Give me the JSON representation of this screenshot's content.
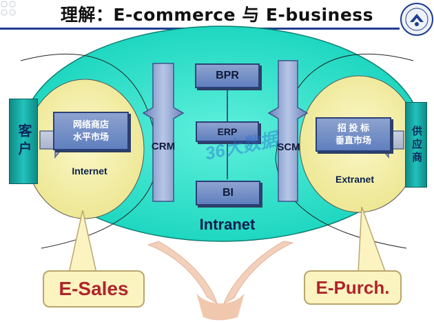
{
  "title": "理解：E-commerce 与 E-business",
  "left_ellipse": {
    "box": [
      "网络商店",
      "水平市场"
    ],
    "label": "Internet"
  },
  "right_ellipse": {
    "box": [
      "招 投 标",
      "垂直市场"
    ],
    "label": "Extranet"
  },
  "center": {
    "label": "Intranet",
    "boxes": [
      "BPR",
      "ERP",
      "BI"
    ]
  },
  "pillars": {
    "left": "CRM",
    "right": "SCM"
  },
  "sides": {
    "left": "客户",
    "right": "供应商"
  },
  "callouts": {
    "left": "E-Sales",
    "right": "E-Purch."
  },
  "watermark": "36大数据",
  "colors": {
    "big_ellipse": "#1fe1c8",
    "small_ellipse": "#f3f0a8",
    "box": "#6f8cc8",
    "side": "#1aa9a4",
    "callout_text": "#b0242b",
    "title_rule": "#1c3d8f"
  }
}
